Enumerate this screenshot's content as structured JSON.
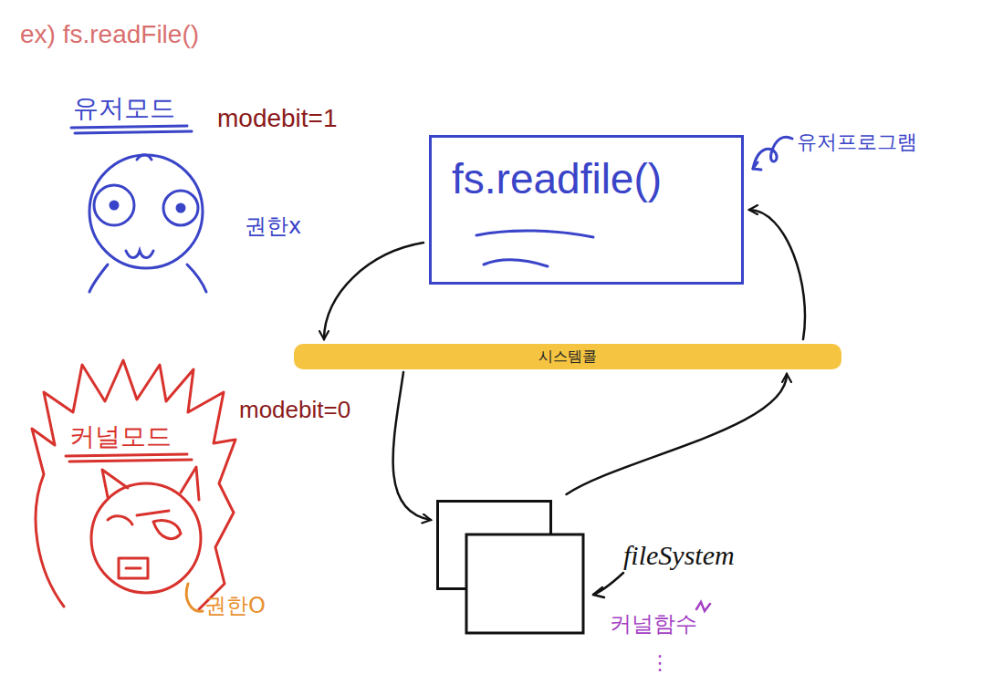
{
  "diagram": {
    "title": "ex) fs.readFile()",
    "nodes": [
      {
        "text": [
          "fs.readfile()",
          "유저프로그램"
        ]
      },
      {
        "text": [
          "시스템콜"
        ]
      },
      {
        "text": [
          "fileSystem",
          "커널함수"
        ]
      }
    ],
    "edges": [
      {
        "from": 0,
        "to": 1,
        "arrow": "to"
      },
      {
        "from": 1,
        "to": 2,
        "arrow": "to"
      },
      {
        "from": 2,
        "to": 1,
        "arrow": "to"
      },
      {
        "from": 1,
        "to": 0,
        "arrow": "to"
      }
    ],
    "labels": [
      "유저모드",
      "modebit=1",
      "권한x",
      "커널모드",
      "modebit=0",
      "권한O",
      "⋮"
    ]
  }
}
